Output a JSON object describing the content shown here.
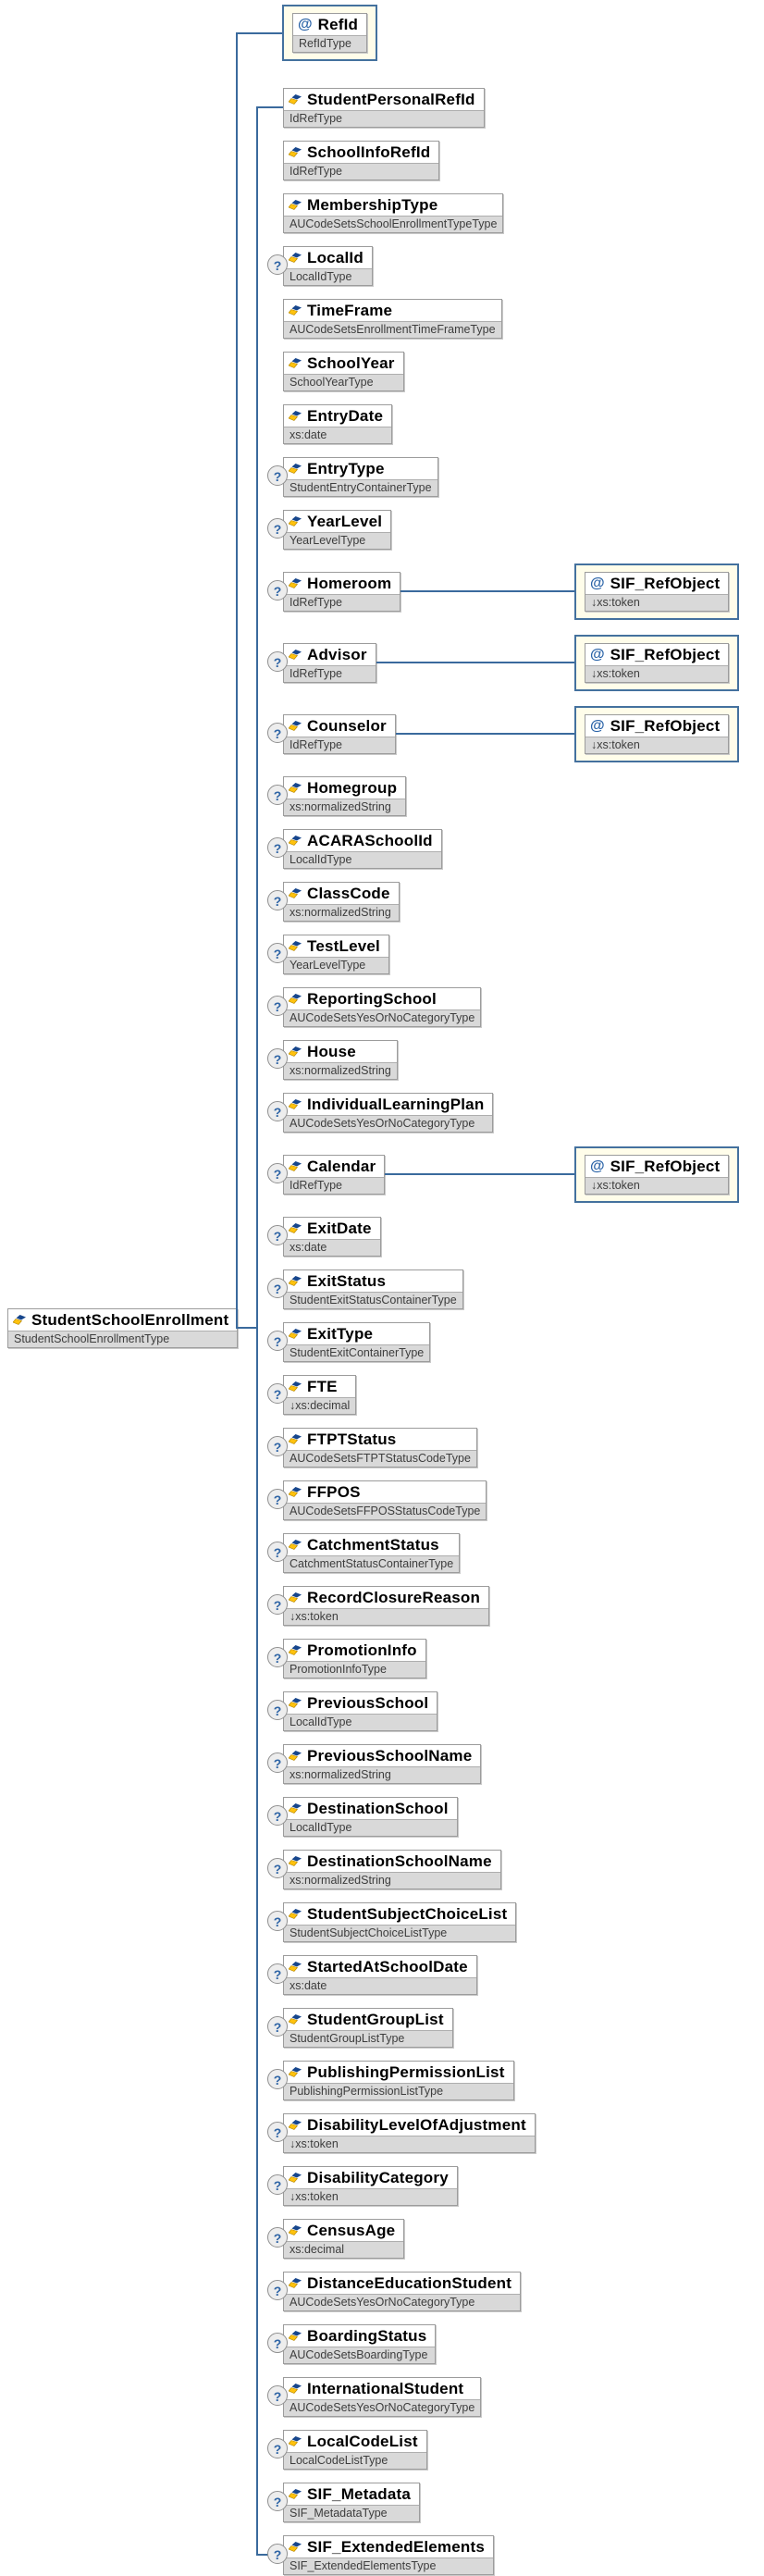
{
  "diagram": {
    "root": {
      "name": "StudentSchoolEnrollment",
      "type": "StudentSchoolEnrollmentType"
    },
    "attribute": {
      "marker": "@",
      "name": "RefId",
      "type": "RefIdType"
    },
    "ref_object": {
      "marker": "@",
      "name": "SIF_RefObject",
      "type": "↓xs:token"
    },
    "optional_marker": "?",
    "colors": {
      "connector": "#3a6a9d",
      "attribute_box_bg": "#fffdea",
      "attribute_box_border": "#44719e",
      "type_row_bg": "#d9d9d9",
      "element_icon_blue": "#17468c",
      "element_icon_yellow": "#ffc20e"
    },
    "children": [
      {
        "name": "StudentPersonalRefId",
        "type": "IdRefType",
        "optional": false,
        "ref": false
      },
      {
        "name": "SchoolInfoRefId",
        "type": "IdRefType",
        "optional": false,
        "ref": false
      },
      {
        "name": "MembershipType",
        "type": "AUCodeSetsSchoolEnrollmentTypeType",
        "optional": false,
        "ref": false
      },
      {
        "name": "LocalId",
        "type": "LocalIdType",
        "optional": true,
        "ref": false
      },
      {
        "name": "TimeFrame",
        "type": "AUCodeSetsEnrollmentTimeFrameType",
        "optional": false,
        "ref": false
      },
      {
        "name": "SchoolYear",
        "type": "SchoolYearType",
        "optional": false,
        "ref": false
      },
      {
        "name": "EntryDate",
        "type": "xs:date",
        "optional": false,
        "ref": false
      },
      {
        "name": "EntryType",
        "type": "StudentEntryContainerType",
        "optional": true,
        "ref": false
      },
      {
        "name": "YearLevel",
        "type": "YearLevelType",
        "optional": true,
        "ref": false
      },
      {
        "name": "Homeroom",
        "type": "IdRefType",
        "optional": true,
        "ref": true
      },
      {
        "name": "Advisor",
        "type": "IdRefType",
        "optional": true,
        "ref": true
      },
      {
        "name": "Counselor",
        "type": "IdRefType",
        "optional": true,
        "ref": true
      },
      {
        "name": "Homegroup",
        "type": "xs:normalizedString",
        "optional": true,
        "ref": false
      },
      {
        "name": "ACARASchoolId",
        "type": "LocalIdType",
        "optional": true,
        "ref": false
      },
      {
        "name": "ClassCode",
        "type": "xs:normalizedString",
        "optional": true,
        "ref": false
      },
      {
        "name": "TestLevel",
        "type": "YearLevelType",
        "optional": true,
        "ref": false
      },
      {
        "name": "ReportingSchool",
        "type": "AUCodeSetsYesOrNoCategoryType",
        "optional": true,
        "ref": false
      },
      {
        "name": "House",
        "type": "xs:normalizedString",
        "optional": true,
        "ref": false
      },
      {
        "name": "IndividualLearningPlan",
        "type": "AUCodeSetsYesOrNoCategoryType",
        "optional": true,
        "ref": false
      },
      {
        "name": "Calendar",
        "type": "IdRefType",
        "optional": true,
        "ref": true
      },
      {
        "name": "ExitDate",
        "type": "xs:date",
        "optional": true,
        "ref": false
      },
      {
        "name": "ExitStatus",
        "type": "StudentExitStatusContainerType",
        "optional": true,
        "ref": false
      },
      {
        "name": "ExitType",
        "type": "StudentExitContainerType",
        "optional": true,
        "ref": false
      },
      {
        "name": "FTE",
        "type": "↓xs:decimal",
        "optional": true,
        "ref": false
      },
      {
        "name": "FTPTStatus",
        "type": "AUCodeSetsFTPTStatusCodeType",
        "optional": true,
        "ref": false
      },
      {
        "name": "FFPOS",
        "type": "AUCodeSetsFFPOSStatusCodeType",
        "optional": true,
        "ref": false
      },
      {
        "name": "CatchmentStatus",
        "type": "CatchmentStatusContainerType",
        "optional": true,
        "ref": false
      },
      {
        "name": "RecordClosureReason",
        "type": "↓xs:token",
        "optional": true,
        "ref": false
      },
      {
        "name": "PromotionInfo",
        "type": "PromotionInfoType",
        "optional": true,
        "ref": false
      },
      {
        "name": "PreviousSchool",
        "type": "LocalIdType",
        "optional": true,
        "ref": false
      },
      {
        "name": "PreviousSchoolName",
        "type": "xs:normalizedString",
        "optional": true,
        "ref": false
      },
      {
        "name": "DestinationSchool",
        "type": "LocalIdType",
        "optional": true,
        "ref": false
      },
      {
        "name": "DestinationSchoolName",
        "type": "xs:normalizedString",
        "optional": true,
        "ref": false
      },
      {
        "name": "StudentSubjectChoiceList",
        "type": "StudentSubjectChoiceListType",
        "optional": true,
        "ref": false
      },
      {
        "name": "StartedAtSchoolDate",
        "type": "xs:date",
        "optional": true,
        "ref": false
      },
      {
        "name": "StudentGroupList",
        "type": "StudentGroupListType",
        "optional": true,
        "ref": false
      },
      {
        "name": "PublishingPermissionList",
        "type": "PublishingPermissionListType",
        "optional": true,
        "ref": false
      },
      {
        "name": "DisabilityLevelOfAdjustment",
        "type": "↓xs:token",
        "optional": true,
        "ref": false
      },
      {
        "name": "DisabilityCategory",
        "type": "↓xs:token",
        "optional": true,
        "ref": false
      },
      {
        "name": "CensusAge",
        "type": "xs:decimal",
        "optional": true,
        "ref": false
      },
      {
        "name": "DistanceEducationStudent",
        "type": "AUCodeSetsYesOrNoCategoryType",
        "optional": true,
        "ref": false
      },
      {
        "name": "BoardingStatus",
        "type": "AUCodeSetsBoardingType",
        "optional": true,
        "ref": false
      },
      {
        "name": "InternationalStudent",
        "type": "AUCodeSetsYesOrNoCategoryType",
        "optional": true,
        "ref": false
      },
      {
        "name": "LocalCodeList",
        "type": "LocalCodeListType",
        "optional": true,
        "ref": false
      },
      {
        "name": "SIF_Metadata",
        "type": "SIF_MetadataType",
        "optional": true,
        "ref": false
      },
      {
        "name": "SIF_ExtendedElements",
        "type": "SIF_ExtendedElementsType",
        "optional": true,
        "ref": false
      }
    ]
  }
}
